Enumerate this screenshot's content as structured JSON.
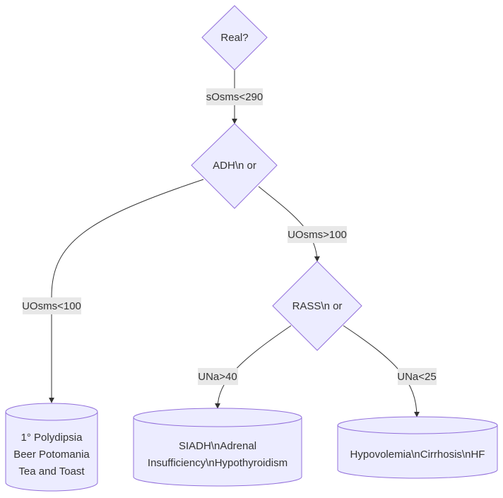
{
  "diagram": {
    "nodes": {
      "real": {
        "label": "Real?"
      },
      "adh": {
        "label": "ADH\\n or"
      },
      "rass": {
        "label": "RASS\\n or"
      },
      "polydipsia": {
        "lines": [
          "1° Polydipsia",
          "Beer Potomania",
          "Tea and Toast"
        ]
      },
      "siadh": {
        "lines": [
          "SIADH\\nAdrenal",
          "Insufficiency\\nHypothyroidism"
        ]
      },
      "hypovolemia": {
        "label": "Hypovolemia\\nCirrhosis\\nHF"
      }
    },
    "edges": {
      "real_adh": {
        "label": "sOsms<290"
      },
      "adh_rass": {
        "label": "UOsms>100"
      },
      "adh_polydipsia": {
        "label": "UOsms<100"
      },
      "rass_siadh": {
        "label": "UNa>40"
      },
      "rass_hypovolemia": {
        "label": "UNa<25"
      }
    },
    "colors": {
      "node_fill": "#ececff",
      "node_stroke": "#9370db",
      "edge": "#333333",
      "label_bg": "#e8e8e8"
    }
  }
}
